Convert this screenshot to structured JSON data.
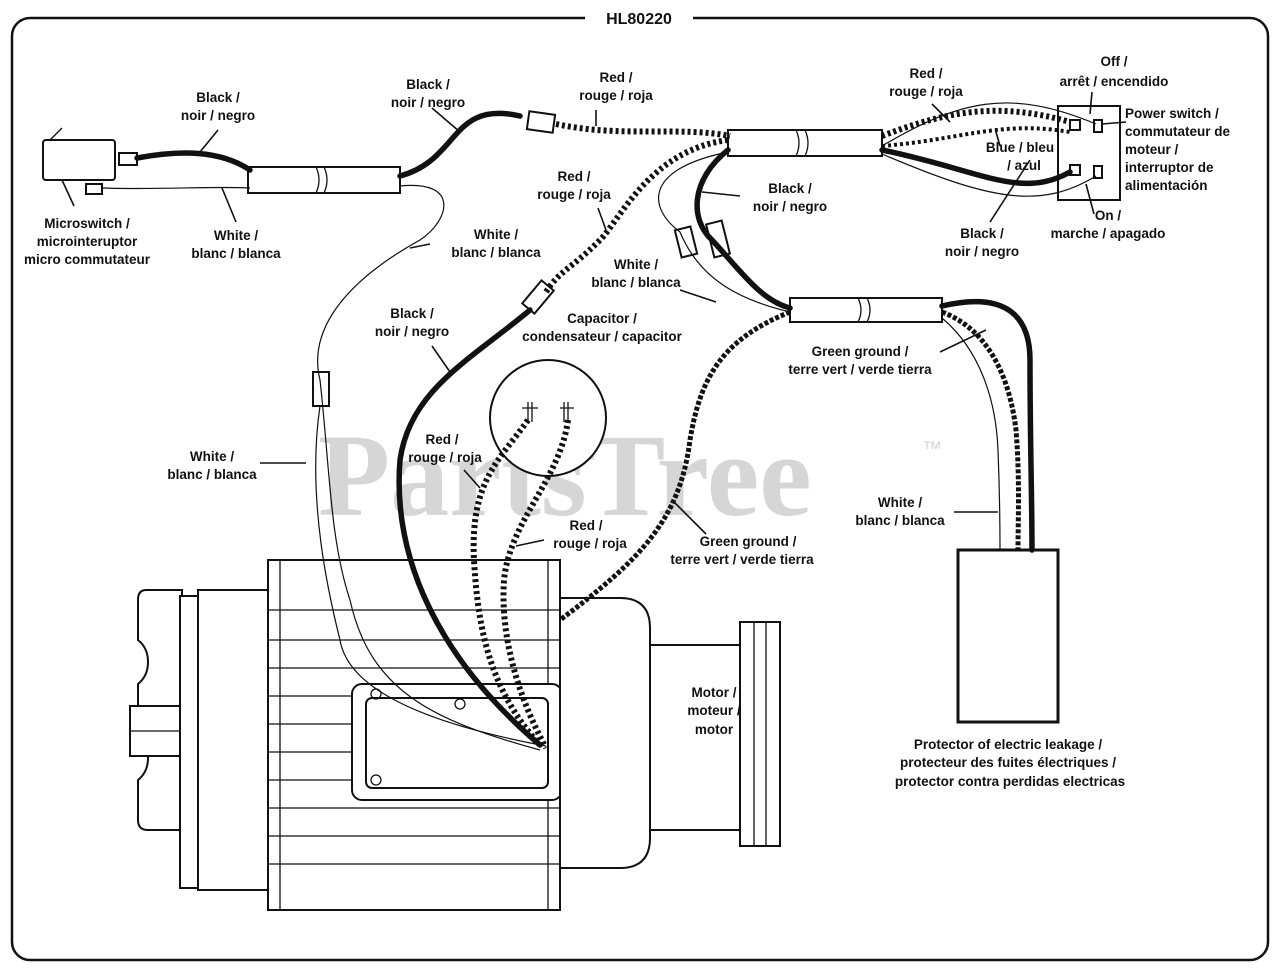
{
  "diagram": {
    "title": "HL80220",
    "watermark": "PartsTree",
    "trademark": "™",
    "labels": {
      "microswitch": [
        "Microswitch /",
        "microinteruptor",
        "micro commutateur"
      ],
      "black_top_left": [
        "Black /",
        "noir / negro"
      ],
      "white_left": [
        "White /",
        "blanc / blanca"
      ],
      "black_top_mid": [
        "Black /",
        "noir / negro"
      ],
      "red_top": [
        "Red /",
        "rouge / roja"
      ],
      "red_top_right": [
        "Red /",
        "rouge / roja"
      ],
      "off": [
        "Off /",
        "arrêt / encendido"
      ],
      "power_switch": [
        "Power switch /",
        "commutateur de",
        "moteur /",
        "interruptor de",
        "alimentación"
      ],
      "blue": [
        "Blue / bleu",
        "/ azul"
      ],
      "on": [
        "On /",
        "marche / apagado"
      ],
      "white_mid": [
        "White /",
        "blanc / blanca"
      ],
      "red_mid": [
        "Red /",
        "rouge / roja"
      ],
      "black_mid": [
        "Black /",
        "noir / negro"
      ],
      "black_right": [
        "Black /",
        "noir / negro"
      ],
      "white_center": [
        "White /",
        "blanc / blanca"
      ],
      "black_center": [
        "Black /",
        "noir / negro"
      ],
      "capacitor": [
        "Capacitor /",
        "condensateur / capacitor"
      ],
      "green_ground_right": [
        "Green ground /",
        "terre vert / verde tierra"
      ],
      "white_lower_left": [
        "White /",
        "blanc / blanca"
      ],
      "red_cap1": [
        "Red /",
        "rouge / roja"
      ],
      "red_cap2": [
        "Red /",
        "rouge / roja"
      ],
      "green_ground_center": [
        "Green ground /",
        "terre vert / verde tierra"
      ],
      "white_right": [
        "White /",
        "blanc / blanca"
      ],
      "motor": [
        "Motor /",
        "moteur /",
        "motor"
      ],
      "protector": [
        "Protector of electric leakage /",
        "protecteur des fuites électriques /",
        "protector contra perdidas electricas"
      ]
    }
  }
}
